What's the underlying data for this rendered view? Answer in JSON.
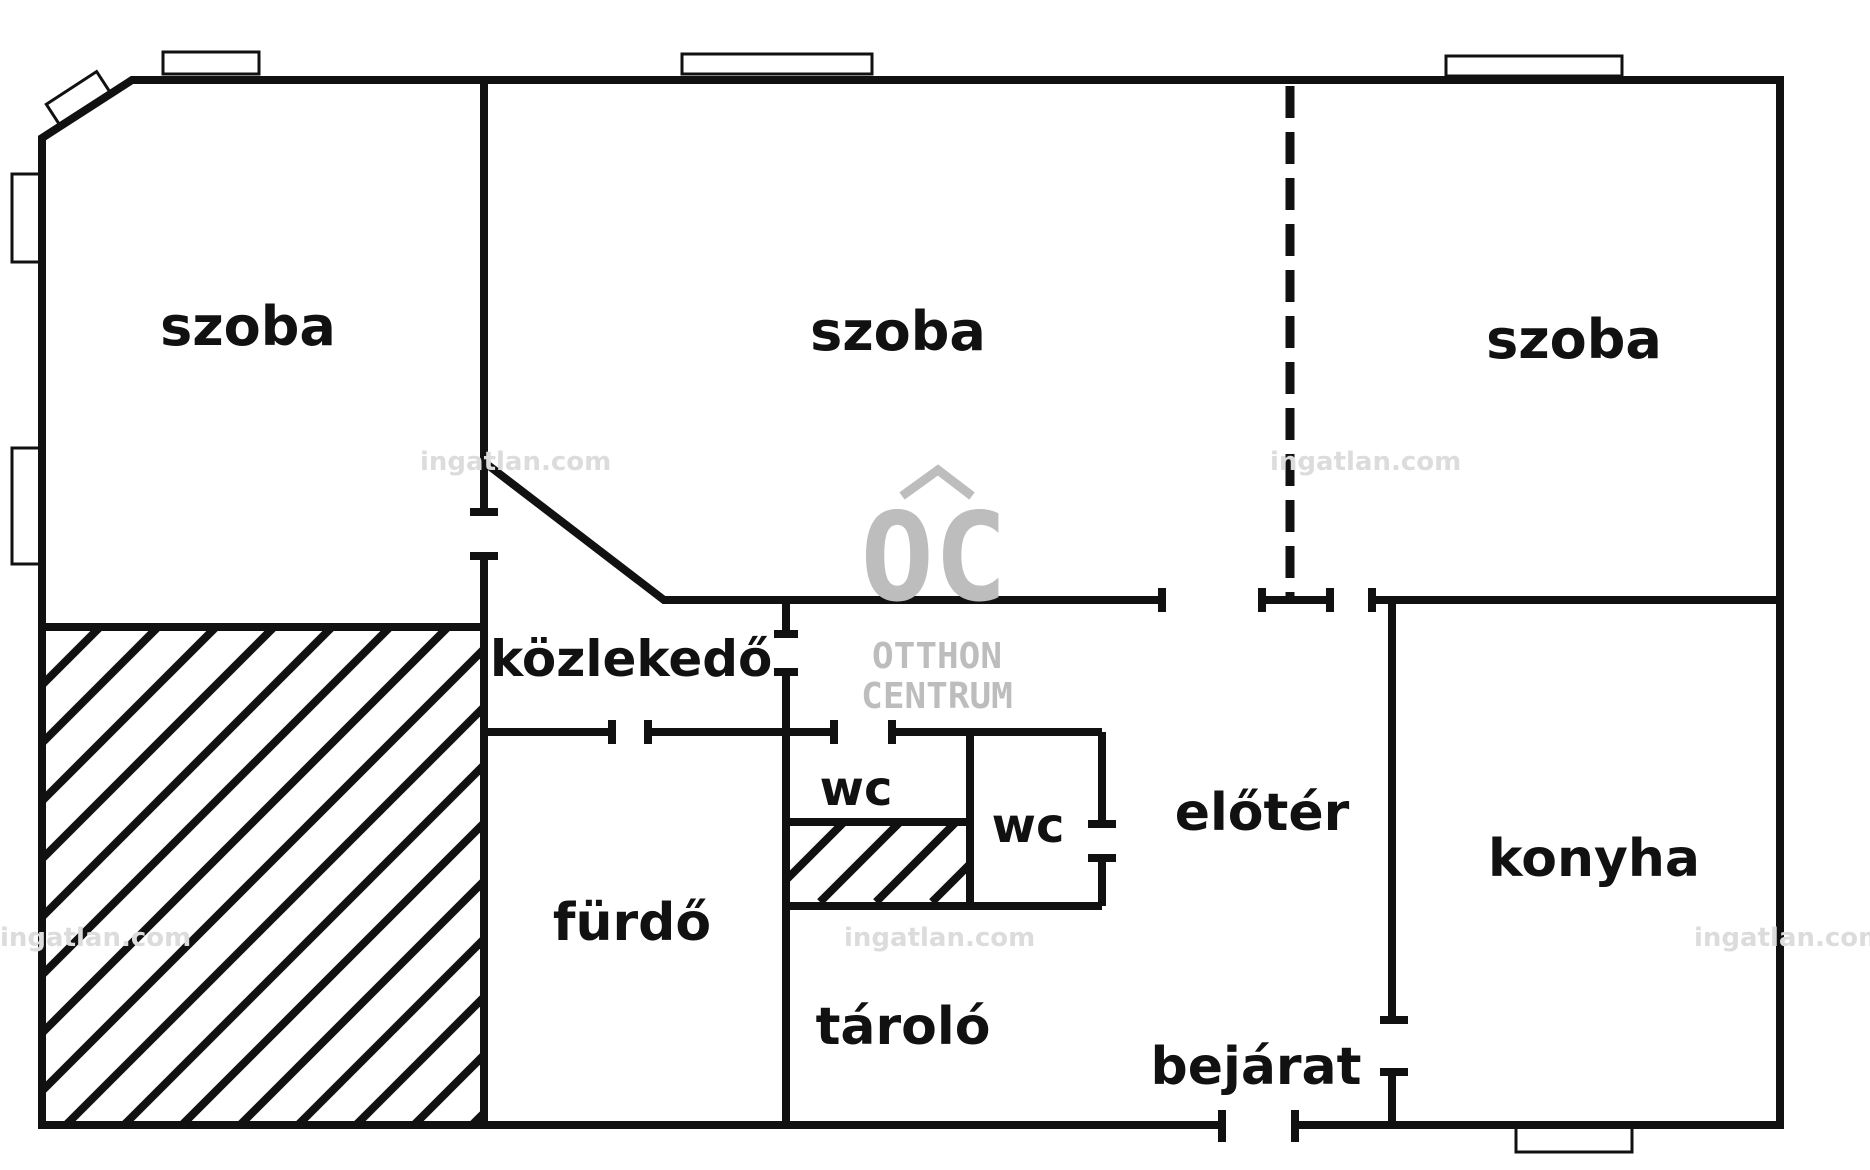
{
  "rooms": {
    "room_left": "szoba",
    "room_middle": "szoba",
    "room_right": "szoba",
    "corridor": "közlekedő",
    "wc_1": "wc",
    "wc_2": "wc",
    "anteroom": "előtér",
    "kitchen": "konyha",
    "bathroom": "fürdő",
    "storage": "tároló",
    "entrance": "bejárat"
  },
  "watermark": "ingatlan.com",
  "logo": {
    "monogram": "OC",
    "line1": "OTTHON",
    "line2": "CENTRUM"
  },
  "colors": {
    "wall": "#111111",
    "watermark": "#dcdcdc",
    "logo": "#bdbdbd"
  }
}
